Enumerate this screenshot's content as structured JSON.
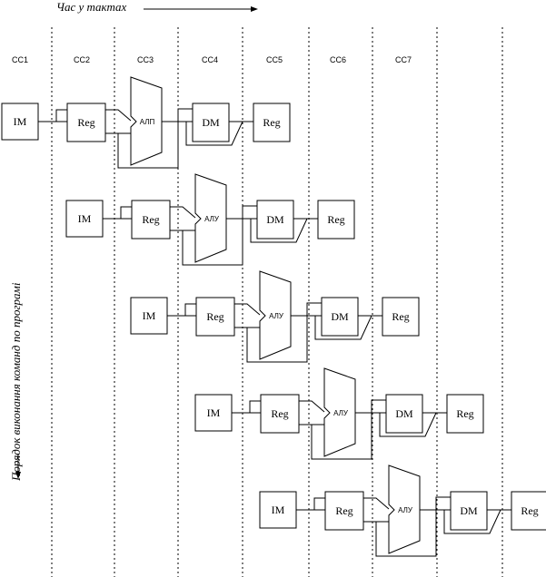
{
  "header": {
    "time_axis_label": "Час у тактах"
  },
  "side": {
    "program_order_label": "Порядок виконання команд по програмі"
  },
  "cycles": [
    "CC1",
    "CC2",
    "CC3",
    "CC4",
    "CC5",
    "CC6",
    "CC7"
  ],
  "stages": {
    "im": "IM",
    "reg": "Reg",
    "dm": "DM",
    "reg_write": "Reg"
  },
  "alu_labels": [
    "АЛП",
    "АЛУ",
    "АЛУ",
    "АЛУ",
    "АЛУ"
  ],
  "instruction_count": 5
}
